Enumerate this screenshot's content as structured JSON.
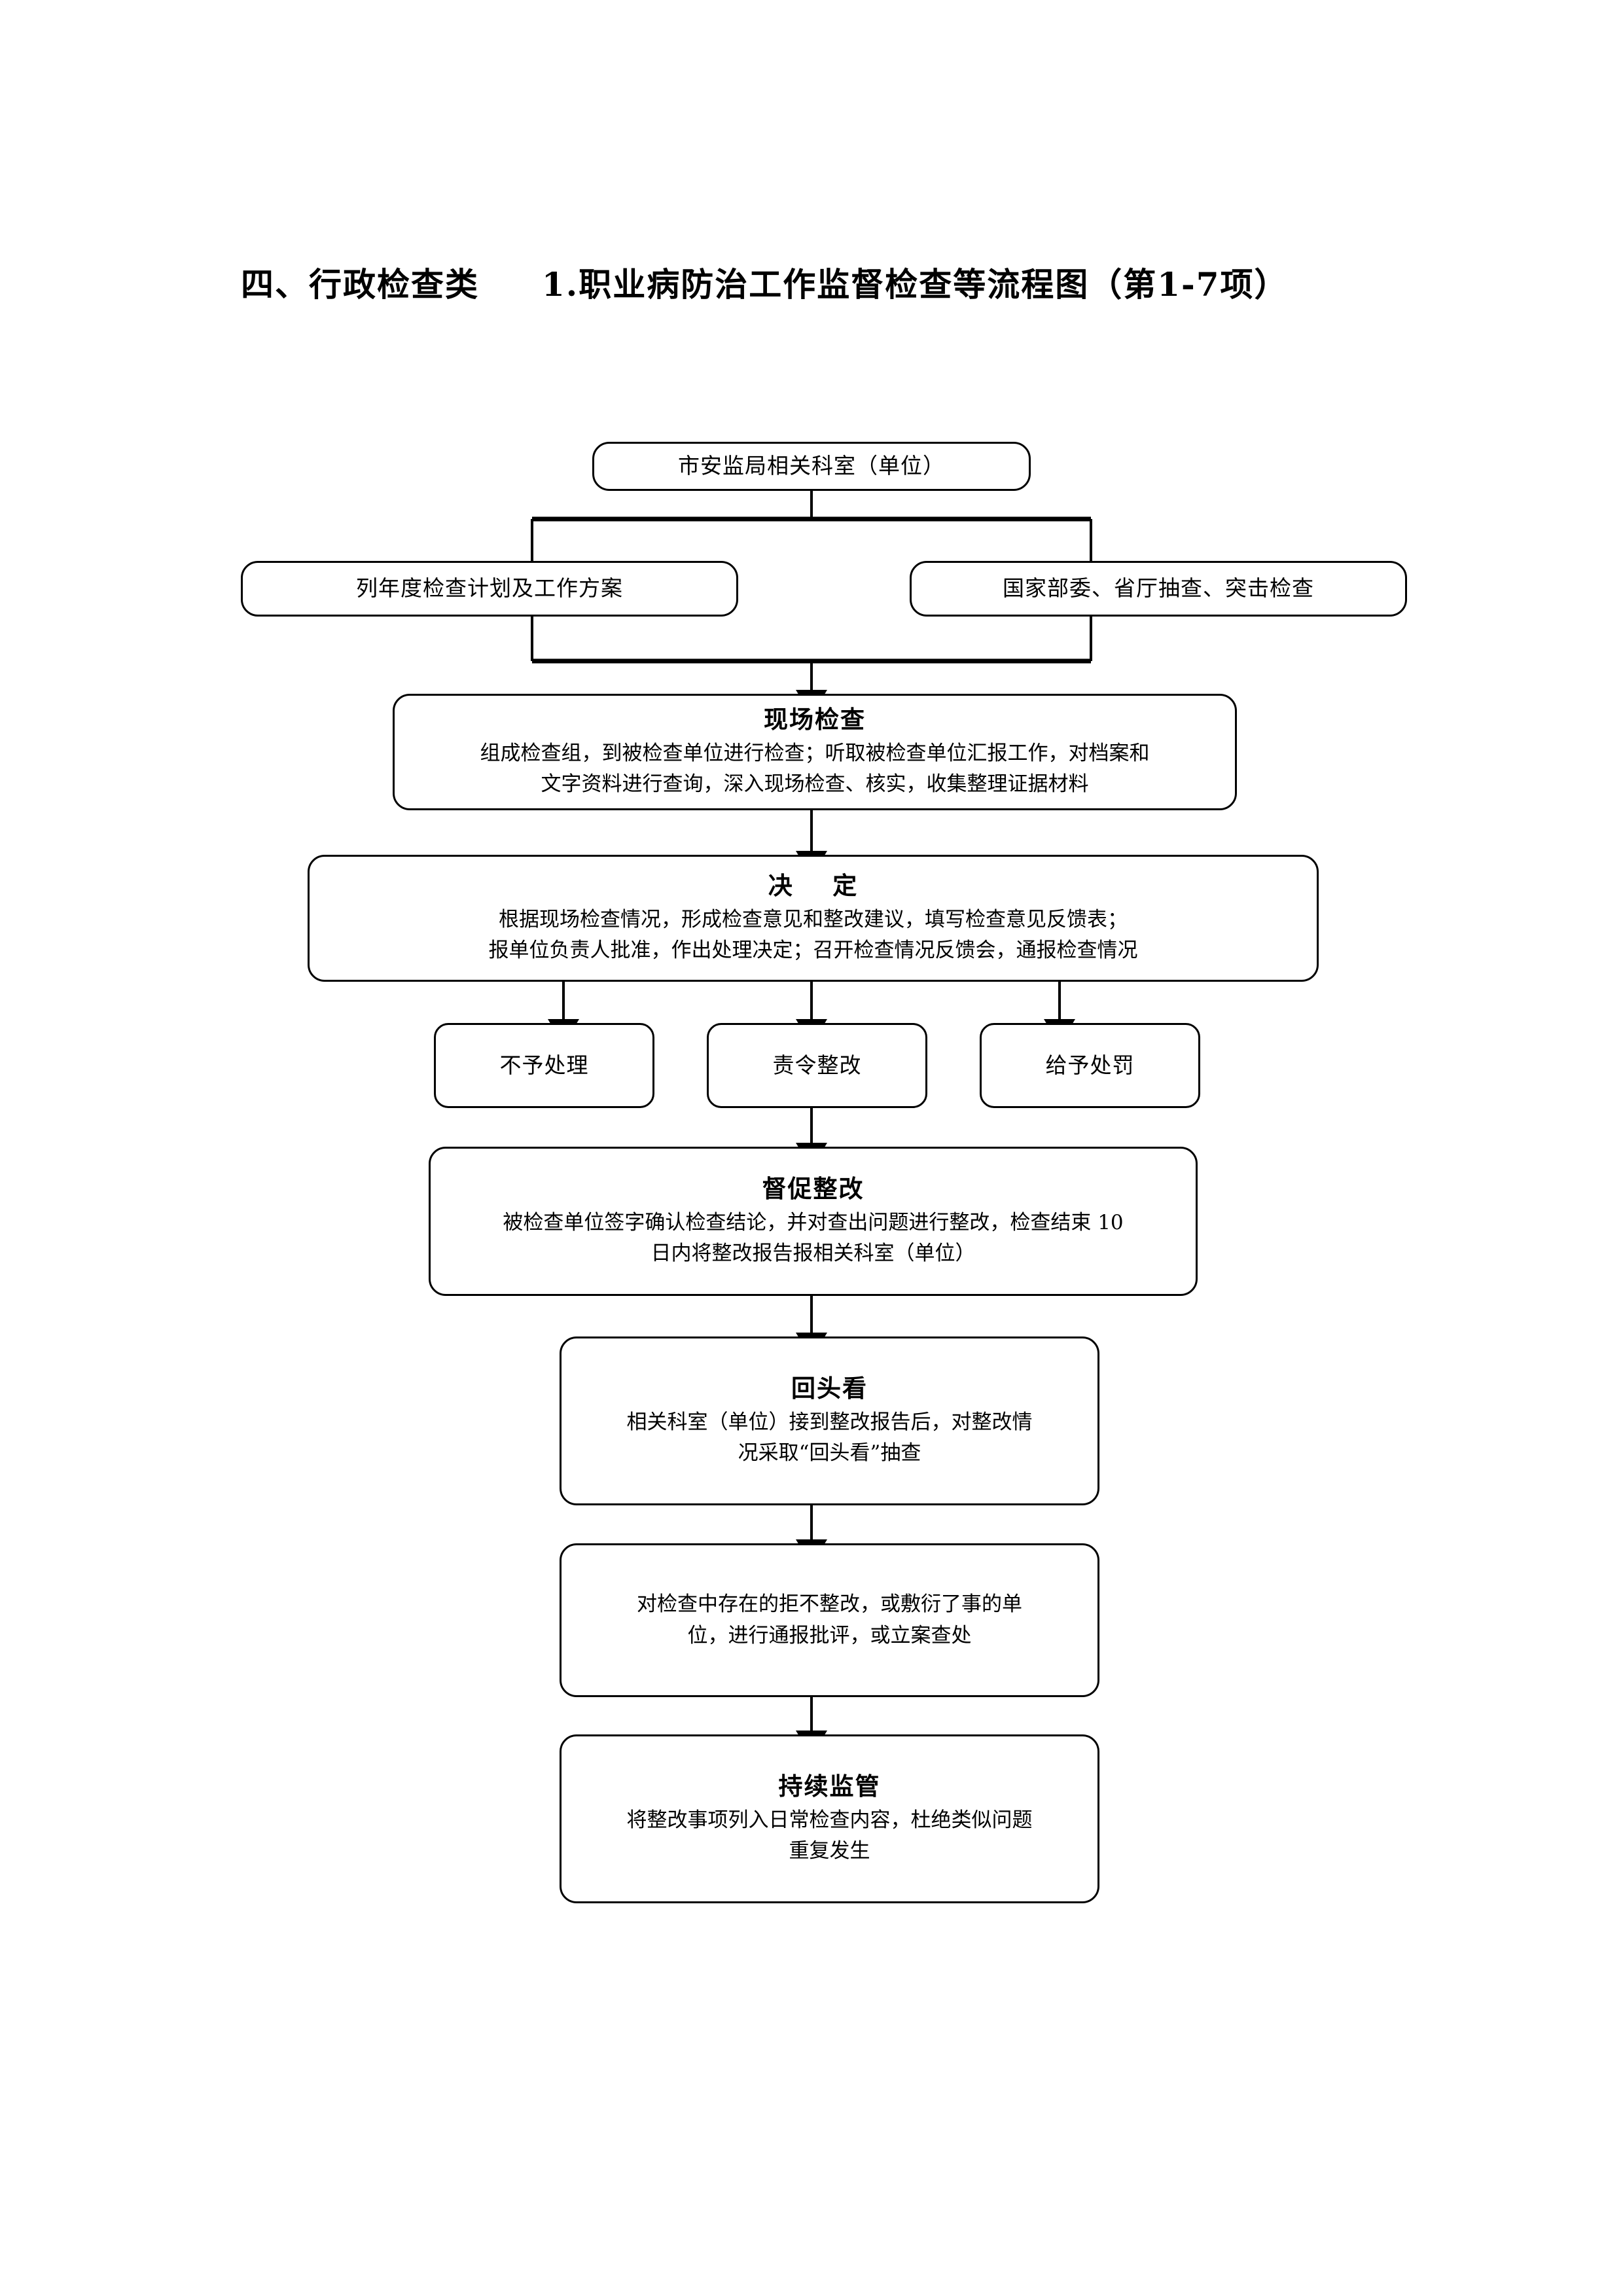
{
  "document": {
    "title_prefix": "四、行政检查类",
    "title_main": "1.职业病防治工作监督检查等流程图（第1-7项）"
  },
  "flowchart": {
    "type": "flowchart",
    "orientation": "top-to-bottom",
    "nodes": [
      {
        "id": "n1",
        "name": "source-department",
        "title": "",
        "single": "市安监局相关科室（单位）",
        "lines": []
      },
      {
        "id": "n2",
        "name": "annual-plan",
        "title": "",
        "single": "列年度检查计划及工作方案",
        "lines": []
      },
      {
        "id": "n3",
        "name": "national-provincial-inspection",
        "title": "",
        "single": "国家部委、省厅抽查、突击检查",
        "lines": []
      },
      {
        "id": "n4",
        "name": "on-site-inspection",
        "title": "现场检查",
        "single": "",
        "lines": [
          "组成检查组，到被检查单位进行检查；听取被检查单位汇报工作，对档案和",
          "文字资料进行查询，深入现场检查、核实，收集整理证据材料"
        ]
      },
      {
        "id": "n5",
        "name": "decision",
        "title": "决    定",
        "single": "",
        "lines": [
          "根据现场检查情况，形成检查意见和整改建议，填写检查意见反馈表；",
          "报单位负责人批准，作出处理决定；召开检查情况反馈会，通报检查情况"
        ]
      },
      {
        "id": "n6",
        "name": "no-action",
        "title": "",
        "single": "不予处理",
        "lines": []
      },
      {
        "id": "n7",
        "name": "order-rectification",
        "title": "",
        "single": "责令整改",
        "lines": []
      },
      {
        "id": "n8",
        "name": "impose-penalty",
        "title": "",
        "single": "给予处罚",
        "lines": []
      },
      {
        "id": "n9",
        "name": "supervise-rectification",
        "title": "督促整改",
        "single": "",
        "lines": [
          "被检查单位签字确认检查结论，并对查出问题进行整改，检查结束 10",
          "日内将整改报告报相关科室（单位）"
        ]
      },
      {
        "id": "n10",
        "name": "look-back-review",
        "title": "回头看",
        "single": "",
        "lines": [
          "相关科室（单位）接到整改报告后，对整改情",
          "况采取“回头看”抽查"
        ]
      },
      {
        "id": "n11",
        "name": "non-compliance-handling",
        "title": "",
        "single": "",
        "lines": [
          "对检查中存在的拒不整改，或敷衍了事的单",
          "位，进行通报批评，或立案查处"
        ]
      },
      {
        "id": "n12",
        "name": "continuous-supervision",
        "title": "持续监管",
        "single": "",
        "lines": [
          "将整改事项列入日常检查内容，杜绝类似问题",
          "重复发生"
        ]
      }
    ],
    "edges": [
      {
        "from": "n1",
        "to": "n2",
        "style": "split"
      },
      {
        "from": "n1",
        "to": "n3",
        "style": "split"
      },
      {
        "from": "n2",
        "to": "n4",
        "style": "merge-arrow"
      },
      {
        "from": "n3",
        "to": "n4",
        "style": "merge-arrow"
      },
      {
        "from": "n4",
        "to": "n5",
        "style": "arrow"
      },
      {
        "from": "n5",
        "to": "n6",
        "style": "arrow"
      },
      {
        "from": "n5",
        "to": "n7",
        "style": "arrow"
      },
      {
        "from": "n5",
        "to": "n8",
        "style": "arrow"
      },
      {
        "from": "n7",
        "to": "n9",
        "style": "arrow"
      },
      {
        "from": "n9",
        "to": "n10",
        "style": "arrow"
      },
      {
        "from": "n10",
        "to": "n11",
        "style": "arrow"
      },
      {
        "from": "n11",
        "to": "n12",
        "style": "arrow"
      }
    ]
  },
  "colors": {
    "page_background": "#ffffff",
    "line": "#000000",
    "text": "#000000"
  }
}
